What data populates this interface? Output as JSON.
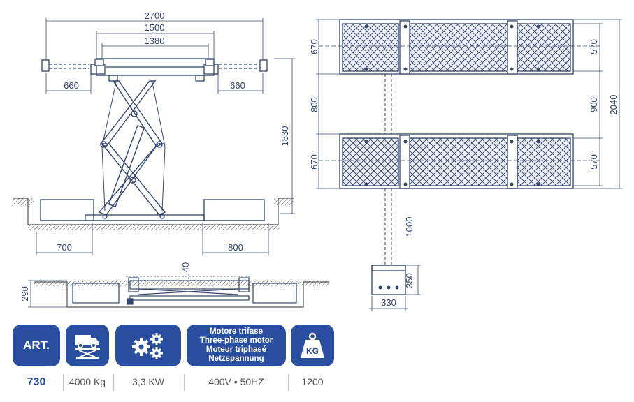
{
  "dimensions": {
    "overall_width": "2700",
    "platform_width": "1500",
    "platform_inner": "1380",
    "arm_left": "660",
    "arm_right": "660",
    "lift_height": "1830",
    "pit_left": "700",
    "pit_right": "800",
    "pit_depth": "290",
    "clearance": "40",
    "top_left_height": "670",
    "bottom_left_height": "670",
    "top_right_height": "570",
    "bottom_right_height": "570",
    "gap_left": "800",
    "gap_right": "900",
    "total_length": "2040",
    "cable_length": "1000",
    "control_height": "350",
    "control_width": "330"
  },
  "specs": {
    "art_label": "ART.",
    "art_value": "730",
    "capacity_value": "4000 Kg",
    "power_value": "3,3 KW",
    "motor_lines": [
      "Motore trifase",
      "Three-phase motor",
      "Moteur triphasé",
      "Netzspannung"
    ],
    "voltage_value": "400V • 50HZ",
    "weight_icon_label": "KG",
    "weight_value": "1200"
  },
  "colors": {
    "line": "#34466f",
    "badge": "#2b4fa0",
    "ground": "#7a7a7a"
  },
  "icons": [
    "truck-lift-icon",
    "gears-icon",
    "weight-icon"
  ]
}
